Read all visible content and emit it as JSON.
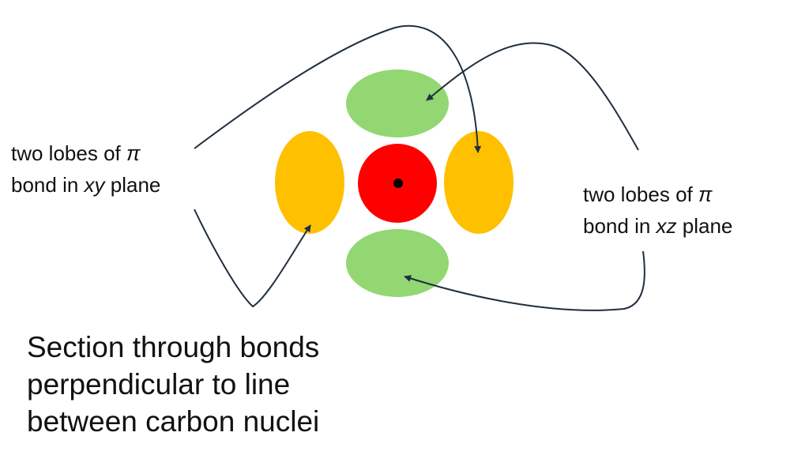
{
  "colors": {
    "xy_lobe": "#ffc000",
    "xz_lobe": "#92d772",
    "core": "#ff0000",
    "nucleus": "#000000",
    "arrow": "#1f2f3f"
  },
  "labels": {
    "xy": {
      "line1_prefix": "two lobes of ",
      "line1_symbol": "π",
      "line2_prefix": "bond in ",
      "line2_plane": "xy",
      "line2_suffix": " plane"
    },
    "xz": {
      "line1_prefix": "two lobes of ",
      "line1_symbol": "π",
      "line2_prefix": "bond in ",
      "line2_plane": "xz",
      "line2_suffix": " plane"
    }
  },
  "caption": {
    "line1": "Section through bonds",
    "line2": "perpendicular to line",
    "line3": "between carbon nuclei"
  }
}
